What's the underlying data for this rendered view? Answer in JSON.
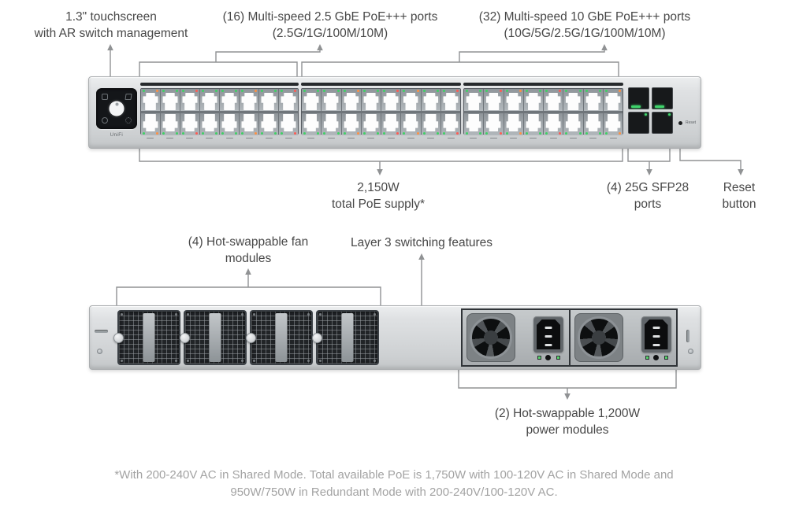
{
  "callouts": {
    "touchscreen": {
      "lines": [
        "1.3\" touchscreen",
        "with AR switch management"
      ]
    },
    "ports_25g": {
      "lines": [
        "(16) Multi-speed 2.5 GbE PoE+++ ports",
        "(2.5G/1G/100M/10M)"
      ]
    },
    "ports_10g": {
      "lines": [
        "(32) Multi-speed 10 GbE PoE+++ ports",
        "(10G/5G/2.5G/1G/100M/10M)"
      ]
    },
    "poe_supply": {
      "lines": [
        "2,150W",
        "total PoE supply*"
      ]
    },
    "sfp": {
      "lines": [
        "(4) 25G SFP28",
        "ports"
      ]
    },
    "reset": {
      "lines": [
        "Reset",
        "button"
      ]
    },
    "fans": {
      "lines": [
        "(4) Hot-swappable fan",
        "modules"
      ]
    },
    "layer3": {
      "lines": [
        "Layer 3 switching features"
      ]
    },
    "power": {
      "lines": [
        "(2) Hot-swappable 1,200W",
        "power modules"
      ]
    }
  },
  "front_panel": {
    "brand": "UniFi",
    "reset_label": "Reset",
    "port_groups": [
      {
        "ports": 16,
        "rows": 2
      },
      {
        "ports": 16,
        "rows": 2
      },
      {
        "ports": 16,
        "rows": 2
      }
    ],
    "sfp_ports": 4
  },
  "rear_panel": {
    "fan_modules": 4,
    "power_modules": 2
  },
  "footnote": {
    "lines": [
      "*With 200-240V AC in Shared Mode. Total available PoE is 1,750W with 100-120V AC in Shared Mode and",
      "950W/750W in Redundant Mode with 200-240V/100-120V AC."
    ]
  },
  "colors": {
    "text": "#484848",
    "line": "#909294",
    "footnote": "#a3a3a3",
    "led_green": "#3ed164",
    "led_amber": "#ff9042",
    "led_red": "#ff5a52"
  }
}
